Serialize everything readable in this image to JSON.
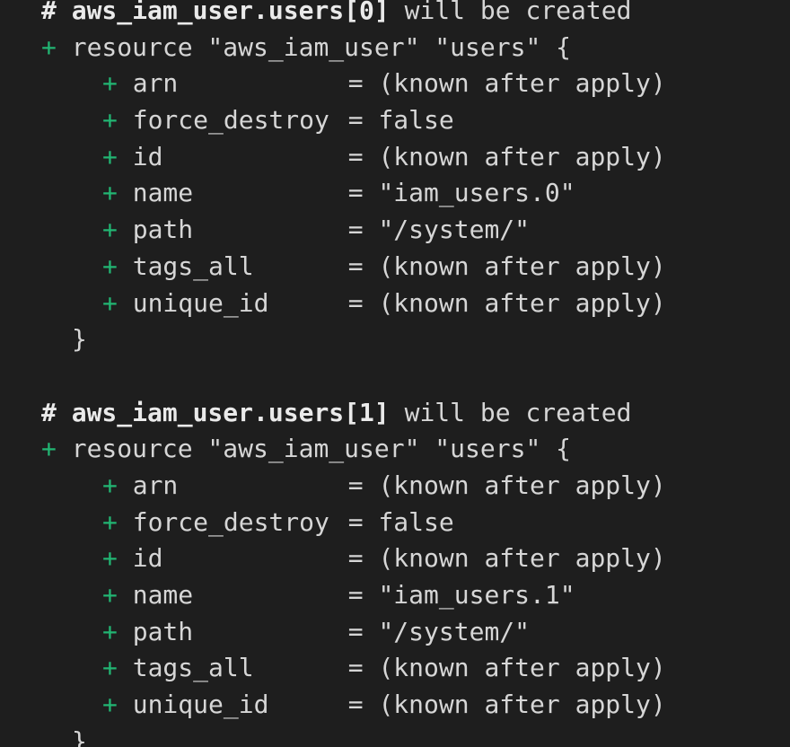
{
  "plus_symbol": "+",
  "hash_symbol": "#",
  "equals_symbol": "=",
  "close_brace": "}",
  "colors": {
    "background": "#1e1e1e",
    "text": "#d6d6d6",
    "plus": "#22b573"
  },
  "blocks": [
    {
      "address": "aws_iam_user.users[0]",
      "description": "will be created",
      "resource_line": "resource \"aws_iam_user\" \"users\" {",
      "attributes": [
        {
          "name": "arn",
          "value": "(known after apply)"
        },
        {
          "name": "force_destroy",
          "value": "false"
        },
        {
          "name": "id",
          "value": "(known after apply)"
        },
        {
          "name": "name",
          "value": "\"iam_users.0\""
        },
        {
          "name": "path",
          "value": "\"/system/\""
        },
        {
          "name": "tags_all",
          "value": "(known after apply)"
        },
        {
          "name": "unique_id",
          "value": "(known after apply)"
        }
      ]
    },
    {
      "address": "aws_iam_user.users[1]",
      "description": "will be created",
      "resource_line": "resource \"aws_iam_user\" \"users\" {",
      "attributes": [
        {
          "name": "arn",
          "value": "(known after apply)"
        },
        {
          "name": "force_destroy",
          "value": "false"
        },
        {
          "name": "id",
          "value": "(known after apply)"
        },
        {
          "name": "name",
          "value": "\"iam_users.1\""
        },
        {
          "name": "path",
          "value": "\"/system/\""
        },
        {
          "name": "tags_all",
          "value": "(known after apply)"
        },
        {
          "name": "unique_id",
          "value": "(known after apply)"
        }
      ]
    }
  ]
}
